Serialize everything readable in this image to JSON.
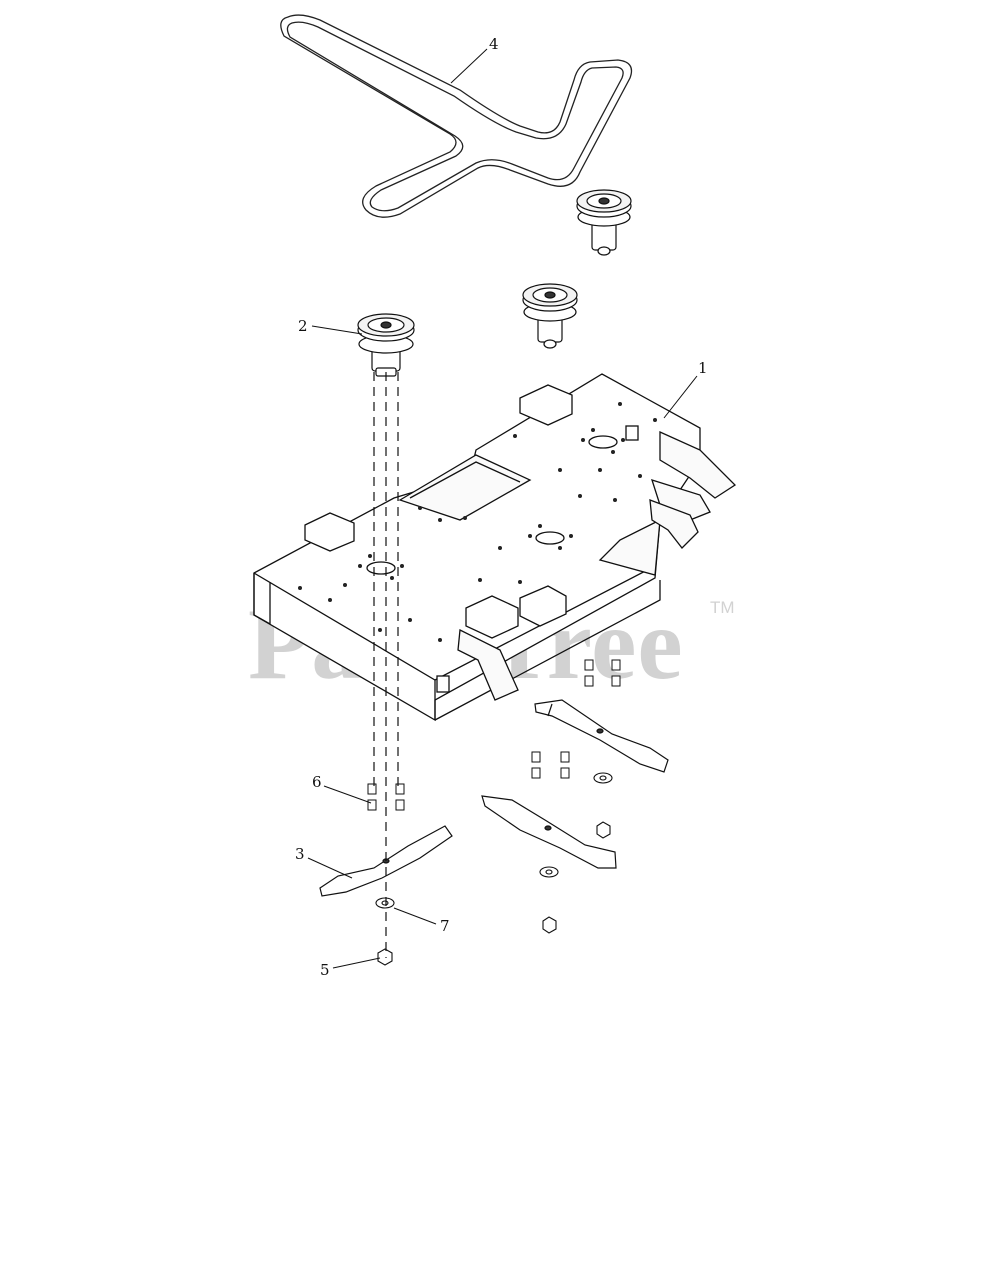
{
  "diagram": {
    "callouts": [
      {
        "id": "1",
        "label": "1"
      },
      {
        "id": "2",
        "label": "2"
      },
      {
        "id": "3",
        "label": "3"
      },
      {
        "id": "4",
        "label": "4"
      },
      {
        "id": "5",
        "label": "5"
      },
      {
        "id": "6",
        "label": "6"
      },
      {
        "id": "7",
        "label": "7"
      }
    ],
    "watermark": {
      "text": "PartsTree",
      "trademark": "TM"
    }
  }
}
